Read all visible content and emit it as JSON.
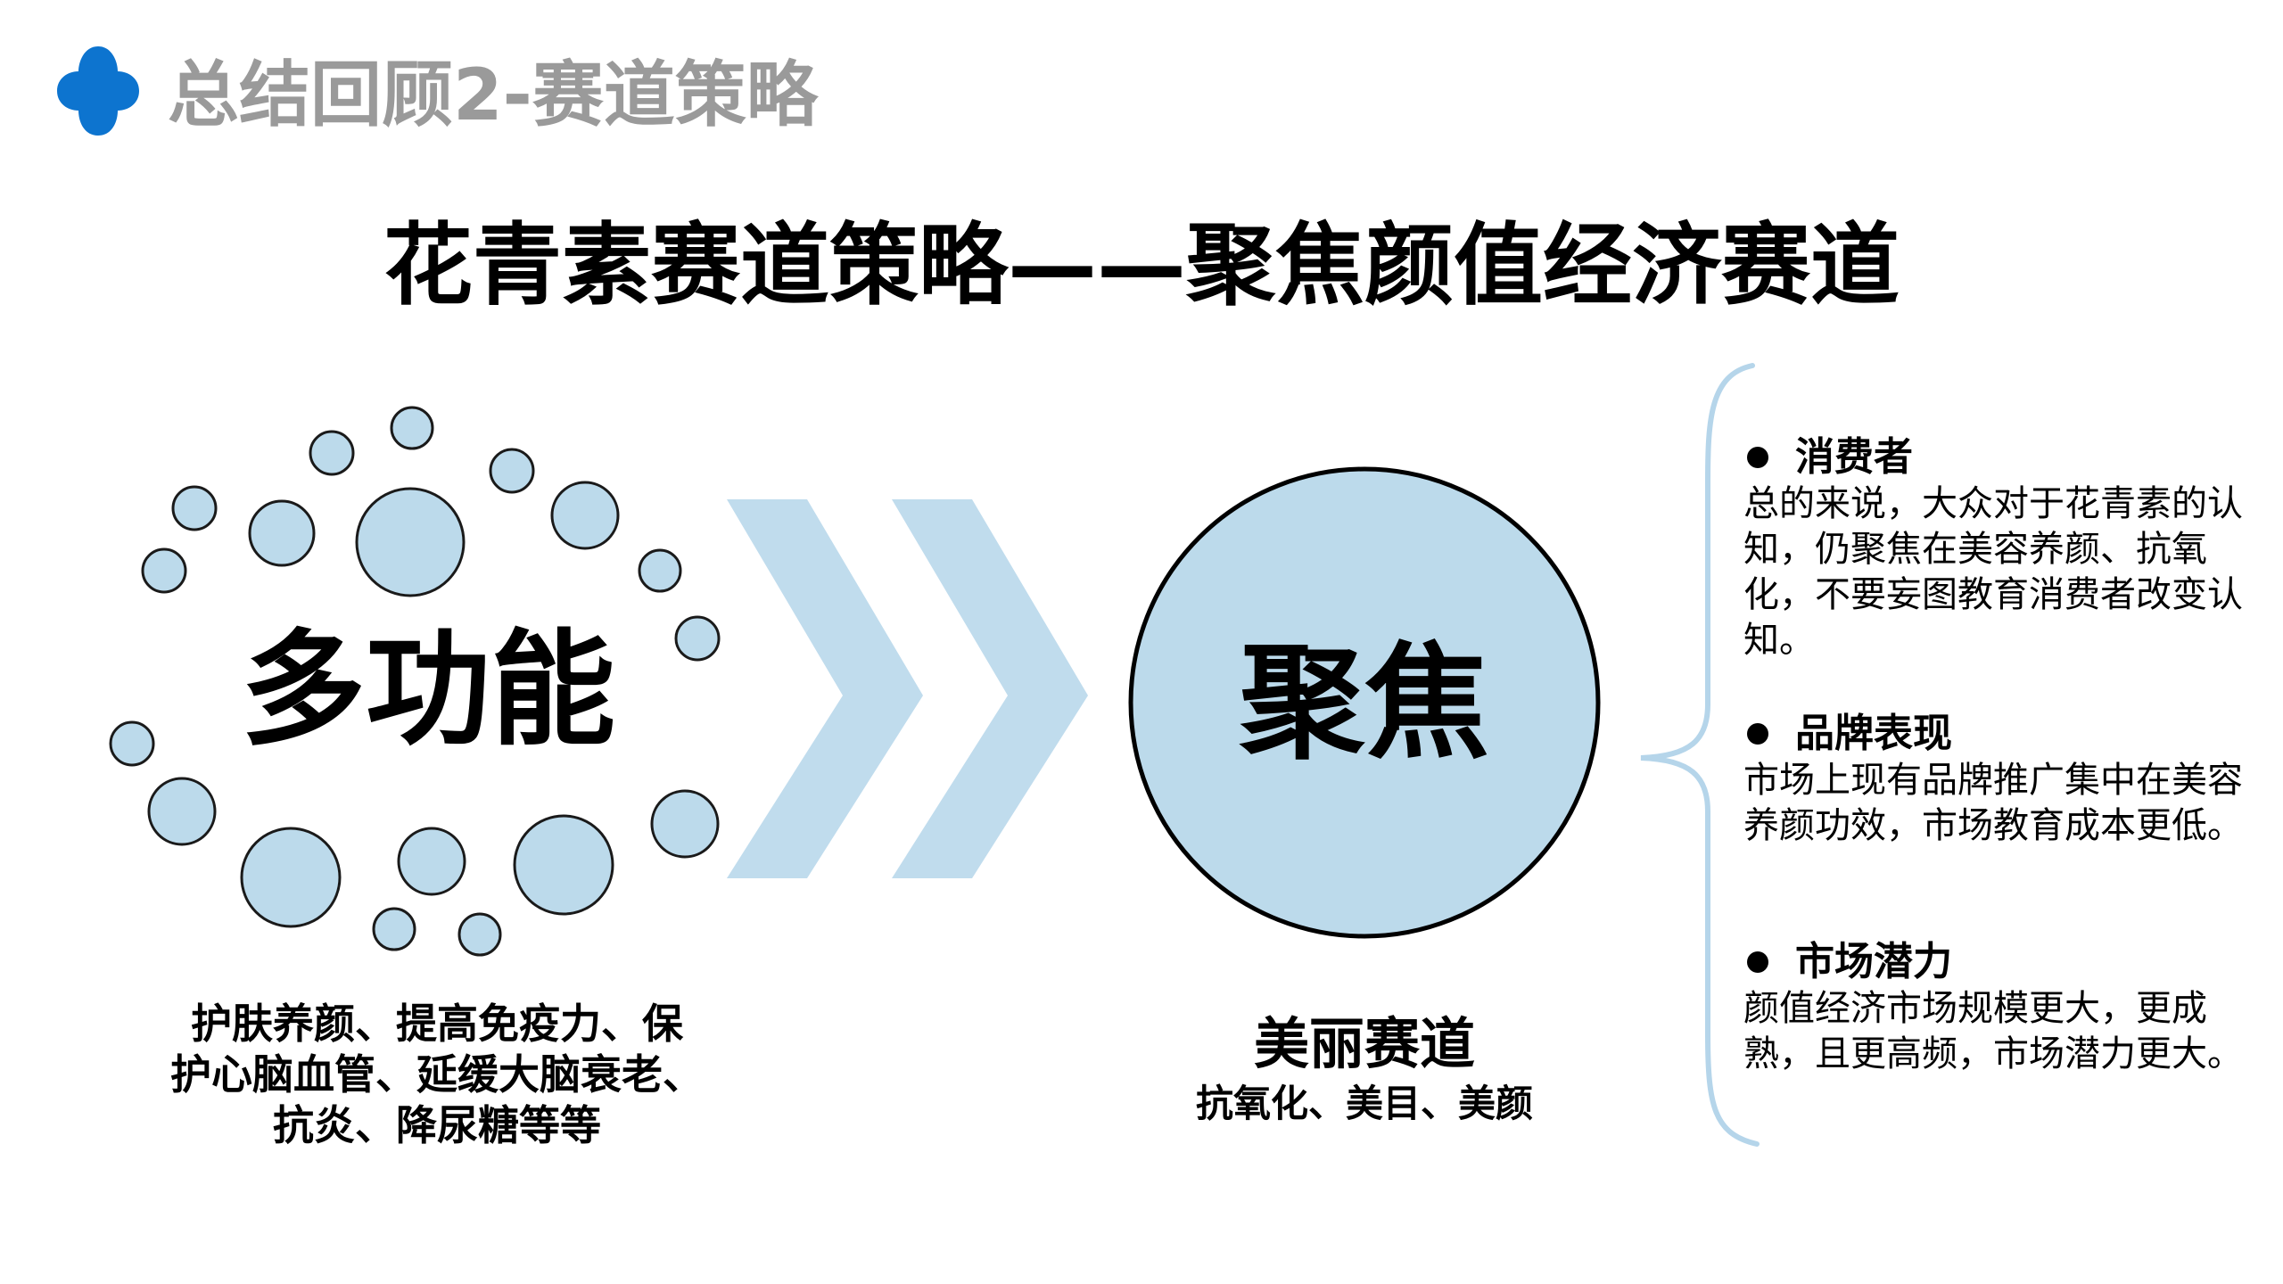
{
  "header": {
    "title": "总结回顾2-赛道策略"
  },
  "main_title": "花青素赛道策略——聚焦颜值经济赛道",
  "left": {
    "label": "多功能",
    "caption_lines": [
      "护肤养颜、提高免疫力、保",
      "护心脑血管、延缓大脑衰老、",
      "抗炎、降尿糖等等"
    ]
  },
  "center": {
    "label": "聚焦",
    "caption_title": "美丽赛道",
    "caption_sub": "抗氧化、美目、美颜"
  },
  "points": [
    {
      "title": "消费者",
      "body": "总的来说，大众对于花青素的认知，仍聚焦在美容养颜、抗氧化，不要妄图教育消费者改变认知。"
    },
    {
      "title": "品牌表现",
      "body": "市场上现有品牌推广集中在美容养颜功效，市场教育成本更低。"
    },
    {
      "title": "市场潜力",
      "body": "颜值经济市场规模更大，更成熟，且更高频，市场潜力更大。"
    }
  ],
  "colors": {
    "accent_blue": "#0d74cf",
    "bubble_fill": "#bcdaeb",
    "chevron_fill": "#c0dced",
    "brace_stroke": "#b5d5ea",
    "header_gray": "#9a9a9a"
  },
  "icons": {
    "logo": "blue-quatrefoil-icon",
    "arrows": "double-chevron-right-icon",
    "brace": "curly-brace-icon",
    "bullet": "bullet-dot-icon"
  }
}
